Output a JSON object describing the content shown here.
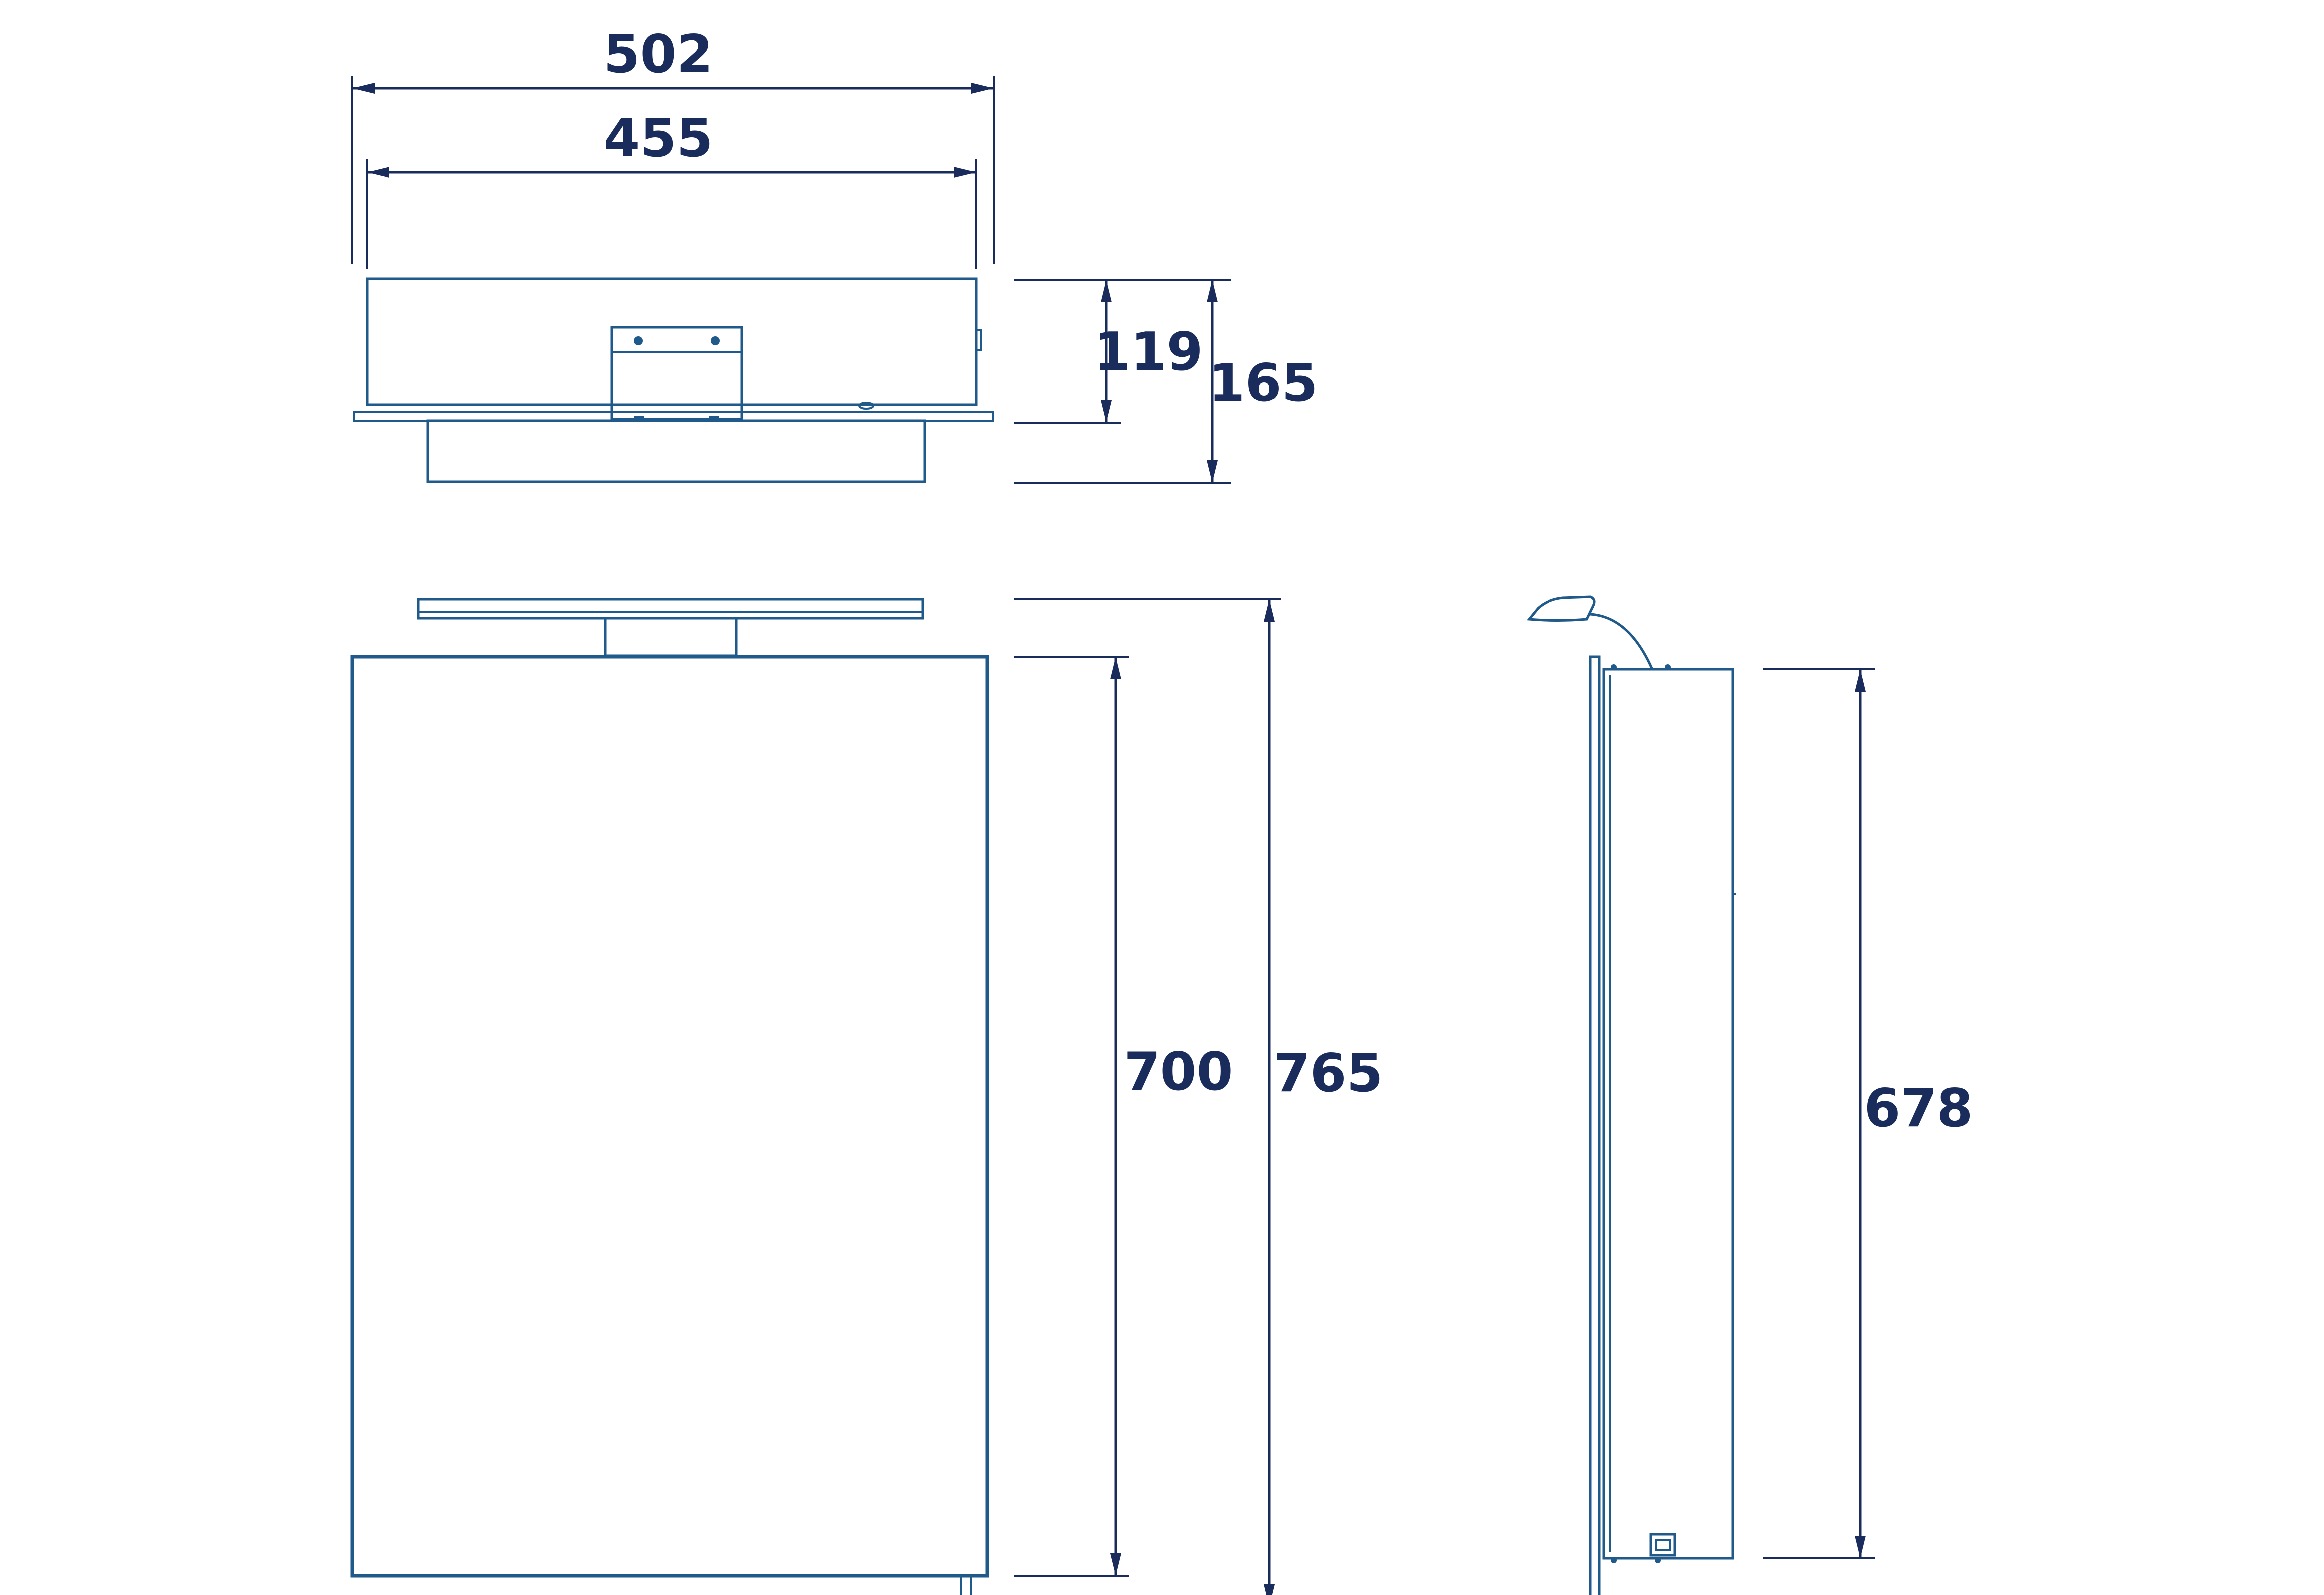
{
  "dimensions": {
    "top_view": {
      "overall_width": "502",
      "cabinet_width": "455",
      "cabinet_depth": "119",
      "overall_depth": "165"
    },
    "front_view": {
      "cabinet_height": "700",
      "overall_height": "765"
    },
    "side_view": {
      "body_height": "678"
    }
  },
  "colors": {
    "outline": "#1f5a8a",
    "dimension": "#1a2c5b",
    "background": "#ffffff"
  }
}
